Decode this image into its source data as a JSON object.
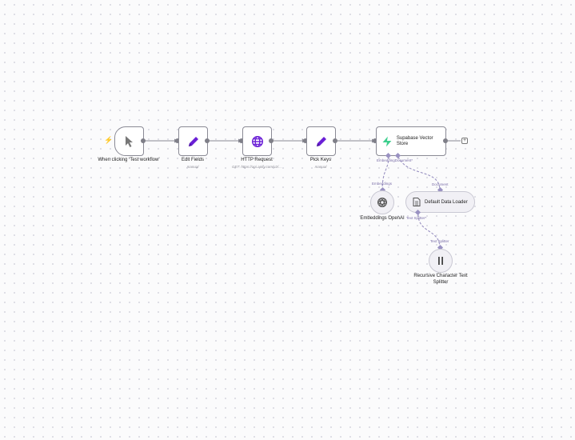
{
  "nodes": {
    "trigger": {
      "title": "When clicking ‘Test workflow’",
      "icon": "cursor-arrow-icon"
    },
    "edit_fields": {
      "title": "Edit Fields",
      "subtitle": "manual",
      "icon": "pencil-icon"
    },
    "http_request": {
      "title": "HTTP Request",
      "subtitle": "GET: https://api.apify.com/v2/...",
      "icon": "globe-icon"
    },
    "pick_keys": {
      "title": "Pick Keys",
      "subtitle": "manual",
      "icon": "pencil-icon"
    },
    "supabase": {
      "title": "Supabase Vector Store",
      "icon": "supabase-bolt-icon"
    },
    "embeddings": {
      "title": "Embeddings OpenAI",
      "icon": "openai-knot-icon"
    },
    "data_loader": {
      "title": "Default Data Loader",
      "icon": "document-icon"
    },
    "splitter": {
      "title": "Recursive Character Text Splitter",
      "icon": "split-bars-icon"
    }
  },
  "ports": {
    "supabase_bottom": "EmbeddingDocument*",
    "embeddings_top": "Embeddings",
    "loader_top": "Document",
    "loader_bottom": "Text Splitter*",
    "splitter_top": "Text Splitter"
  },
  "colors": {
    "pencil": "#6a1fd6",
    "globe": "#6a1fd6",
    "supabase": "#3ecf8e",
    "wire": "#8a8a95",
    "ai_wire": "#9a92c2",
    "trigger_bolt": "#e7443d"
  }
}
